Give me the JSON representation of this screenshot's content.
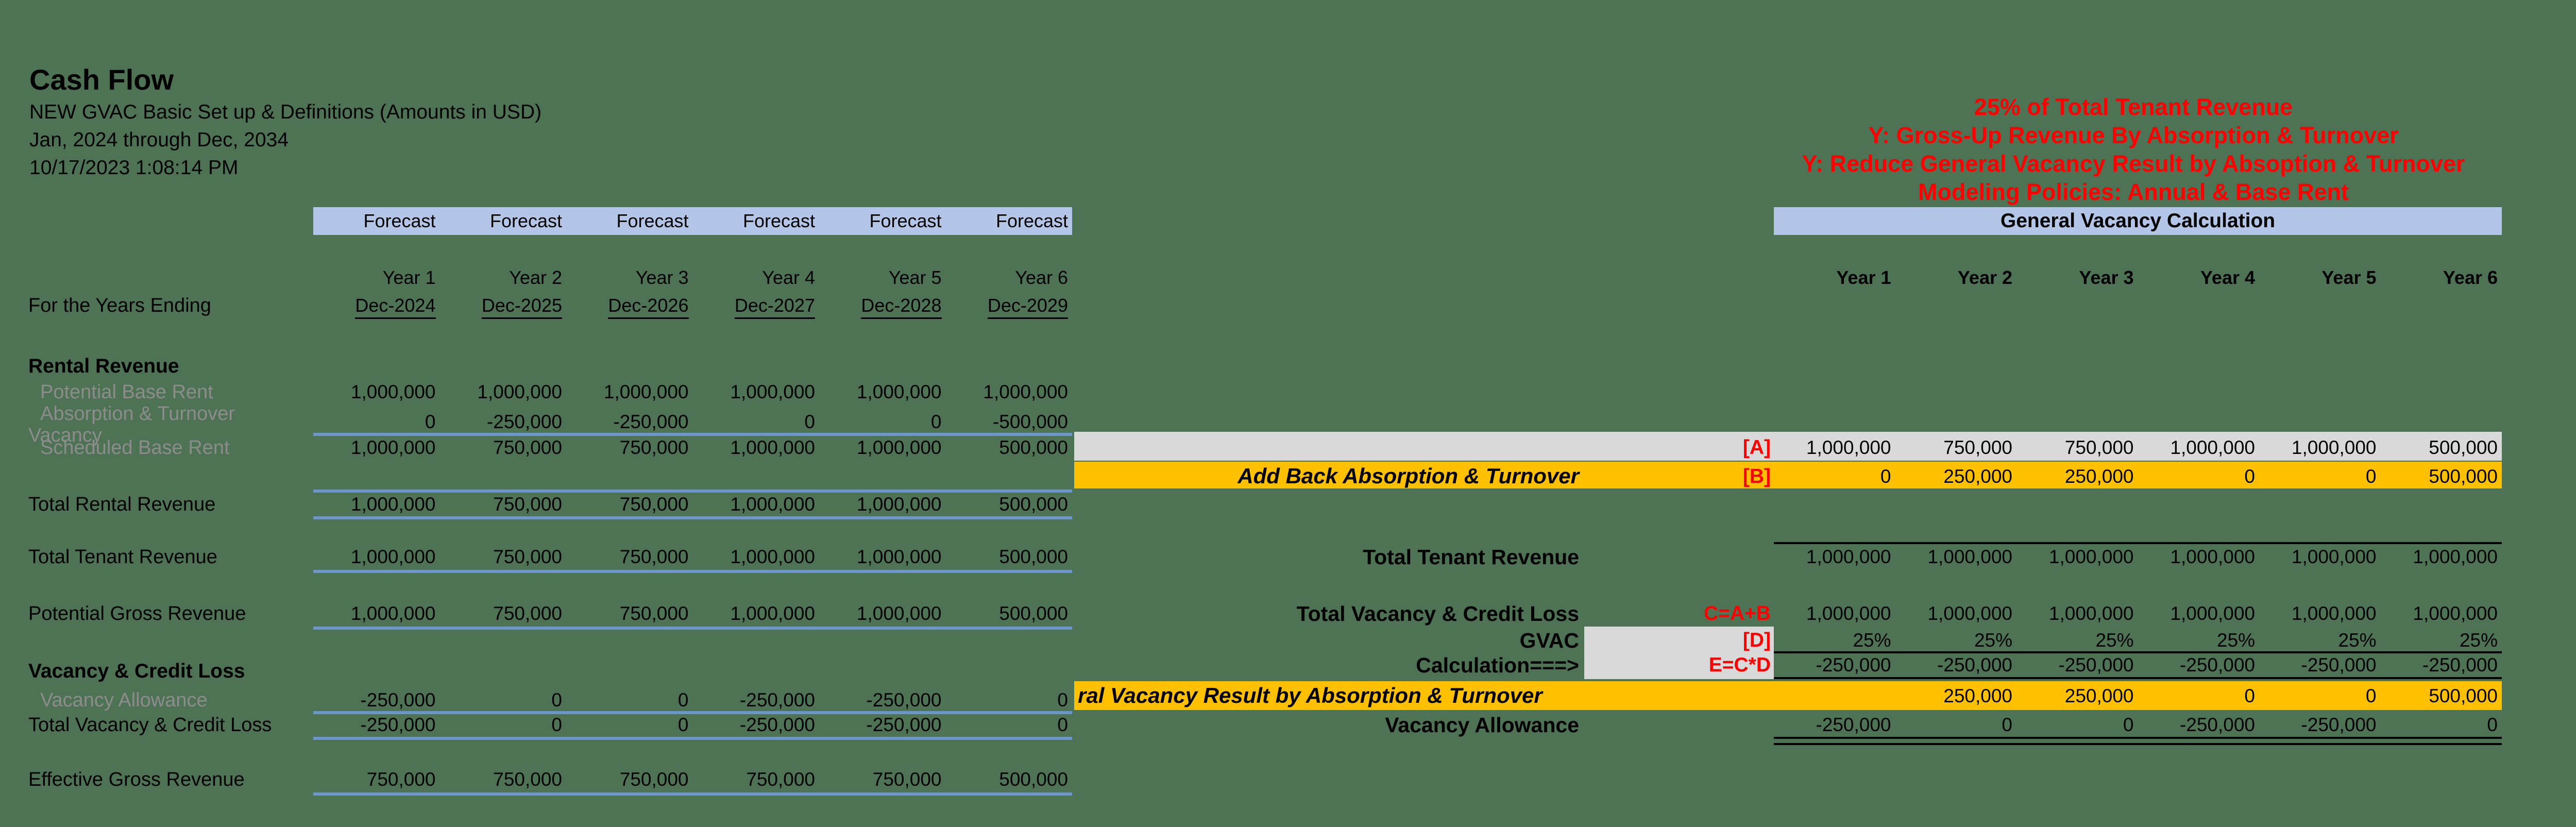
{
  "header": {
    "title": "Cash Flow",
    "subtitle": "NEW GVAC Basic Set up & Definitions (Amounts in USD)",
    "period": "Jan, 2024 through Dec, 2034",
    "timestamp": "10/17/2023 1:08:14 PM"
  },
  "annotations": {
    "line1": "25% of Total Tenant Revenue",
    "line2": "Y:  Gross-Up Revenue By Absorption & Turnover",
    "line3": "Y:  Reduce General Vacancy Result by Absoption & Turnover",
    "line4": "Modeling Policies:  Annual & Base Rent"
  },
  "left_table": {
    "forecast_labels": [
      "Forecast",
      "Forecast",
      "Forecast",
      "Forecast",
      "Forecast",
      "Forecast"
    ],
    "year_labels": [
      "Year 1",
      "Year 2",
      "Year 3",
      "Year 4",
      "Year 5",
      "Year 6"
    ],
    "years_ending_label": "For the Years Ending",
    "date_labels": [
      "Dec-2024",
      "Dec-2025",
      "Dec-2026",
      "Dec-2027",
      "Dec-2028",
      "Dec-2029"
    ],
    "section_rental": "Rental Revenue",
    "section_vacancy": "Vacancy & Credit Loss",
    "rows": {
      "potential_base_rent": {
        "label": "Potential Base Rent",
        "values": [
          "1,000,000",
          "1,000,000",
          "1,000,000",
          "1,000,000",
          "1,000,000",
          "1,000,000"
        ]
      },
      "absorption": {
        "label_line1": "Absorption & Turnover",
        "label_line2": "Vacancy",
        "values": [
          "0",
          "-250,000",
          "-250,000",
          "0",
          "0",
          "-500,000"
        ]
      },
      "scheduled_base_rent": {
        "label": "Scheduled Base Rent",
        "values": [
          "1,000,000",
          "750,000",
          "750,000",
          "1,000,000",
          "1,000,000",
          "500,000"
        ]
      },
      "total_rental_revenue": {
        "label": "Total Rental Revenue",
        "values": [
          "1,000,000",
          "750,000",
          "750,000",
          "1,000,000",
          "1,000,000",
          "500,000"
        ]
      },
      "total_tenant_revenue": {
        "label": "Total Tenant Revenue",
        "values": [
          "1,000,000",
          "750,000",
          "750,000",
          "1,000,000",
          "1,000,000",
          "500,000"
        ]
      },
      "potential_gross_revenue": {
        "label": "Potential Gross Revenue",
        "values": [
          "1,000,000",
          "750,000",
          "750,000",
          "1,000,000",
          "1,000,000",
          "500,000"
        ]
      },
      "vacancy_allowance": {
        "label": "Vacancy Allowance",
        "values": [
          "-250,000",
          "0",
          "0",
          "-250,000",
          "-250,000",
          "0"
        ]
      },
      "total_vacancy_credit_loss": {
        "label": "Total Vacancy & Credit Loss",
        "values": [
          "-250,000",
          "0",
          "0",
          "-250,000",
          "-250,000",
          "0"
        ]
      },
      "effective_gross_revenue": {
        "label": "Effective Gross Revenue",
        "values": [
          "750,000",
          "750,000",
          "750,000",
          "750,000",
          "750,000",
          "500,000"
        ]
      }
    }
  },
  "right_panel": {
    "title": "General Vacancy Calculation",
    "year_labels": [
      "Year 1",
      "Year 2",
      "Year 3",
      "Year 4",
      "Year 5",
      "Year 6"
    ],
    "rows": {
      "row_a": {
        "tag": "[A]",
        "values": [
          "1,000,000",
          "750,000",
          "750,000",
          "1,000,000",
          "1,000,000",
          "500,000"
        ]
      },
      "row_b": {
        "label": "Add Back Absorption & Turnover",
        "tag": "[B]",
        "values": [
          "0",
          "250,000",
          "250,000",
          "0",
          "0",
          "500,000"
        ]
      },
      "total_tenant_revenue": {
        "label": "Total Tenant Revenue",
        "values": [
          "1,000,000",
          "1,000,000",
          "1,000,000",
          "1,000,000",
          "1,000,000",
          "1,000,000"
        ]
      },
      "total_vacancy_credit_loss": {
        "label": "Total Vacancy & Credit Loss",
        "formula": "C=A+B",
        "values": [
          "1,000,000",
          "1,000,000",
          "1,000,000",
          "1,000,000",
          "1,000,000",
          "1,000,000"
        ]
      },
      "gvac": {
        "label": "GVAC",
        "formula": "[D]",
        "values": [
          "25%",
          "25%",
          "25%",
          "25%",
          "25%",
          "25%"
        ]
      },
      "calculation": {
        "label": "Calculation===>",
        "formula": "E=C*D",
        "values": [
          "-250,000",
          "-250,000",
          "-250,000",
          "-250,000",
          "-250,000",
          "-250,000"
        ]
      },
      "result": {
        "label": "ral Vacancy Result by Absorption & Turnover",
        "values": [
          "",
          "250,000",
          "250,000",
          "0",
          "0",
          "500,000"
        ]
      },
      "vacancy_allowance": {
        "label": "Vacancy Allowance",
        "values": [
          "-250,000",
          "0",
          "0",
          "-250,000",
          "-250,000",
          "0"
        ]
      }
    }
  },
  "colors": {
    "background": "#4d7354",
    "header_band_blue": "#b4c6e7",
    "highlight_gold": "#ffc000",
    "band_gray": "#d9d9d9",
    "rule_blue": "#6d96cc",
    "label_gray": "#8c8c8c",
    "annotation_red": "#ff0000"
  }
}
